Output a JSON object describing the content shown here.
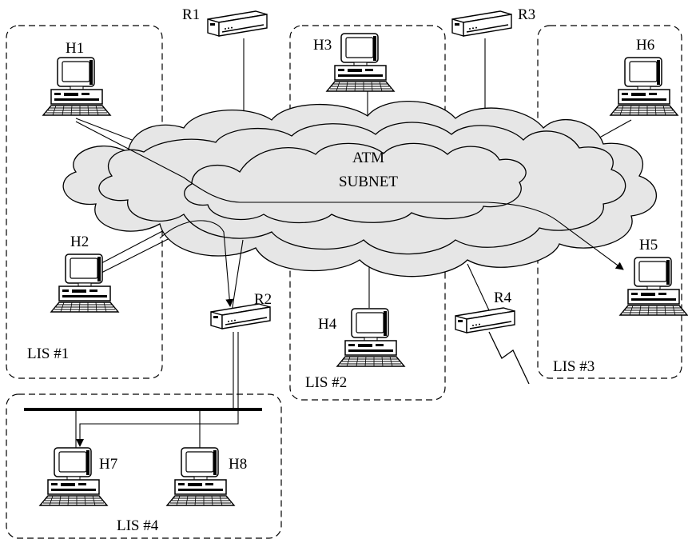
{
  "cloud": {
    "line1": "ATM",
    "line2": "SUBNET"
  },
  "subnets": {
    "lis1": "LIS #1",
    "lis2": "LIS #2",
    "lis3": "LIS #3",
    "lis4": "LIS #4"
  },
  "hosts": {
    "h1": "H1",
    "h2": "H2",
    "h3": "H3",
    "h4": "H4",
    "h5": "H5",
    "h6": "H6",
    "h7": "H7",
    "h8": "H8"
  },
  "routers": {
    "r1": "R1",
    "r2": "R2",
    "r3": "R3",
    "r4": "R4"
  },
  "icons": {
    "host": "desktop-computer-icon",
    "router": "router-icon"
  }
}
